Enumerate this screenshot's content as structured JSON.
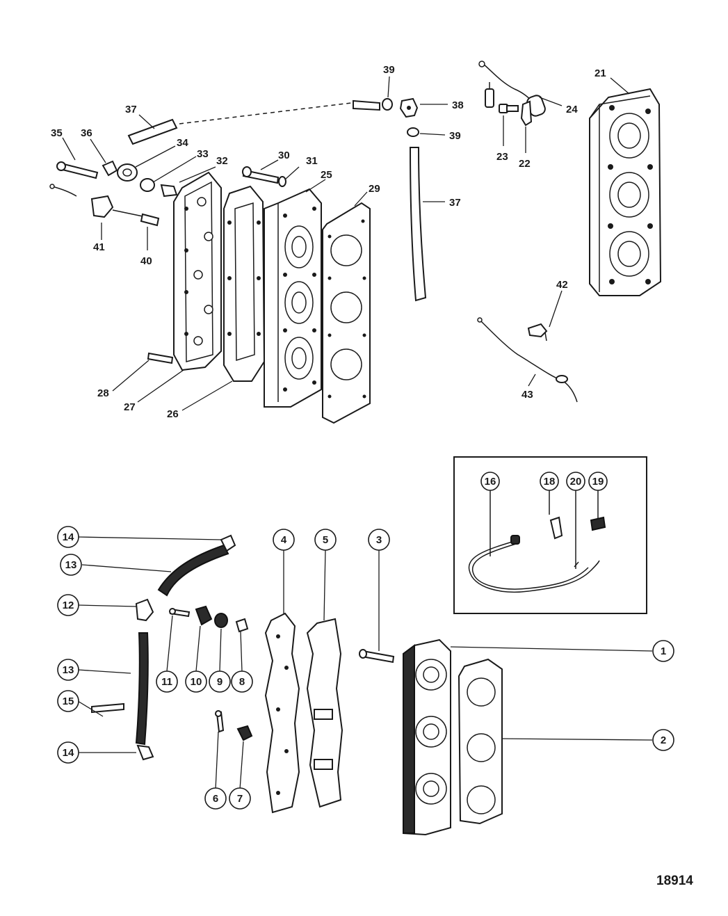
{
  "figure_number": "18914",
  "callouts_upper": [
    "39",
    "38",
    "39",
    "37",
    "37",
    "35",
    "36",
    "34",
    "33",
    "32",
    "30",
    "31",
    "25",
    "29",
    "41",
    "40",
    "28",
    "27",
    "26",
    "24",
    "23",
    "22",
    "21",
    "42",
    "43"
  ],
  "callouts_lower": [
    "14",
    "13",
    "12",
    "13",
    "15",
    "14",
    "11",
    "10",
    "9",
    "8",
    "6",
    "7",
    "4",
    "5",
    "3",
    "1",
    "2"
  ],
  "callouts_inset": [
    "16",
    "18",
    "20",
    "19"
  ]
}
